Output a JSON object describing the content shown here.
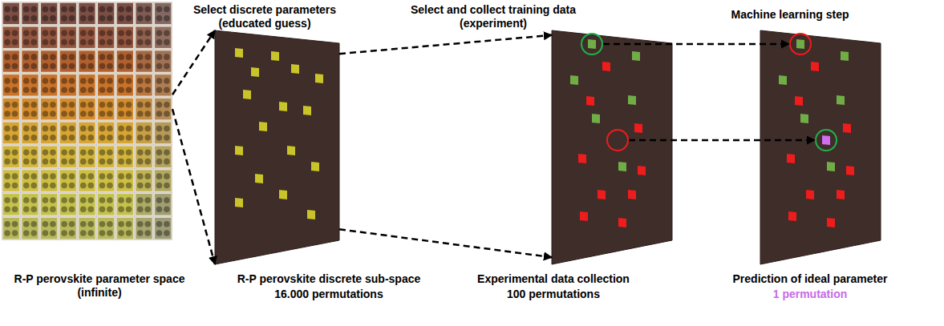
{
  "diagram": {
    "nodes": [
      {
        "text": [
          "R-P perovskite parameter space (infinite)"
        ]
      },
      {
        "text": [
          "Select discrete parameters (educated guess)",
          "R-P perovskite discrete sub-space",
          "16.000 permutations"
        ]
      },
      {
        "text": [
          "Select and collect training data (experiment)",
          "Experimental data collection",
          "100 permutations"
        ]
      },
      {
        "text": [
          "Machine learning step",
          "Prediction of ideal parameter",
          "1 permutation"
        ]
      }
    ],
    "edges": [
      {
        "from": 0,
        "to": 1,
        "arrow": "to"
      },
      {
        "from": 0,
        "to": 1,
        "arrow": "to"
      },
      {
        "from": 1,
        "to": 2,
        "arrow": "to"
      },
      {
        "from": 1,
        "to": 2,
        "arrow": "to"
      },
      {
        "from": 2,
        "to": 3,
        "arrow": "to"
      },
      {
        "from": 2,
        "to": 3,
        "arrow": "to"
      }
    ]
  }
}
